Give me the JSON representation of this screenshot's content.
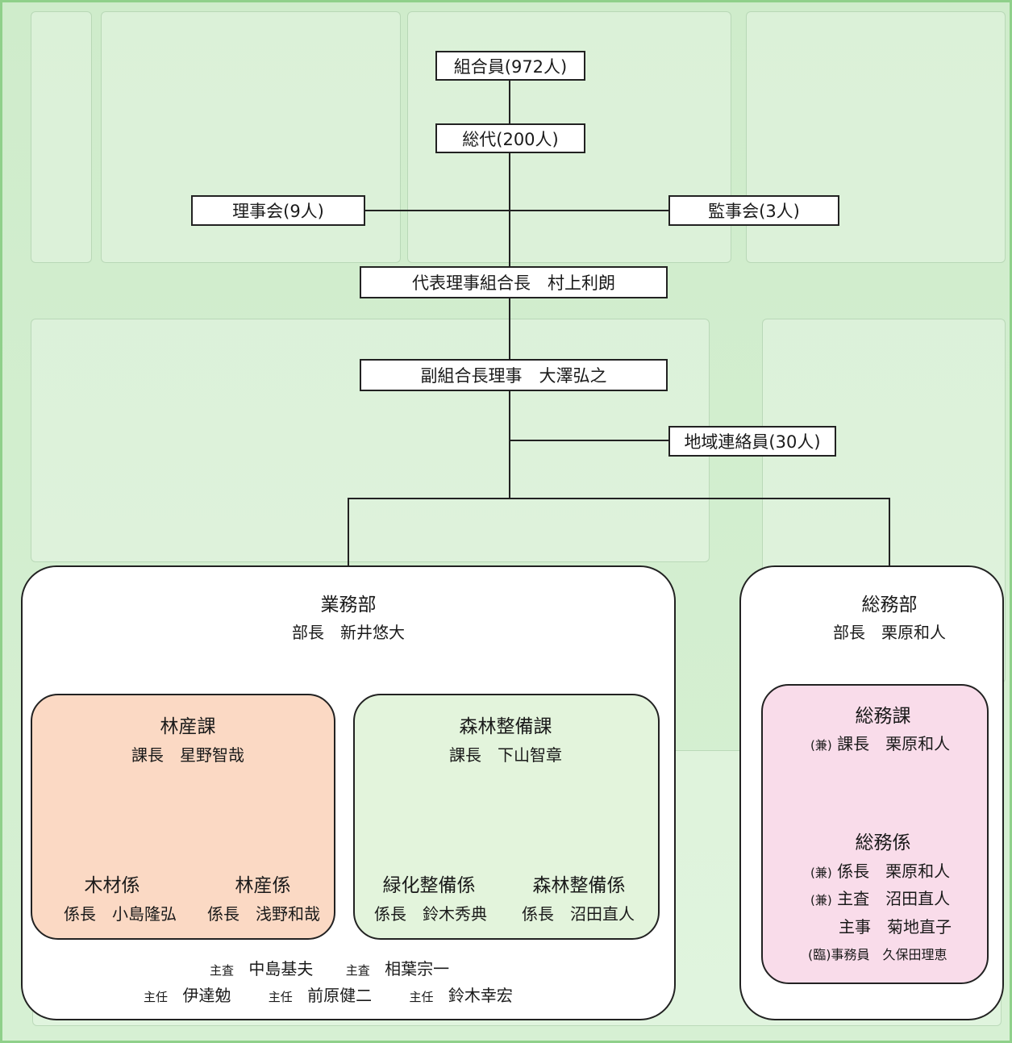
{
  "top": {
    "members": "組合員(972人)",
    "delegates": "総代(200人)",
    "board": "理事会(9人)",
    "auditors": "監事会(3人)",
    "president": "代表理事組合長　村上利朗",
    "vice_president": "副組合長理事　大澤弘之",
    "liaison": "地域連絡員(30人)"
  },
  "operations": {
    "title": "業務部",
    "head": "部長　新井悠大",
    "forest_products": {
      "title": "林産課",
      "head": "課長　星野智哉",
      "timber": {
        "title": "木材係",
        "head": "係長　小島隆弘"
      },
      "products": {
        "title": "林産係",
        "head": "係長　浅野和哉"
      }
    },
    "forest_maintenance": {
      "title": "森林整備課",
      "head": "課長　下山智章",
      "greening": {
        "title": "緑化整備係",
        "head": "係長　鈴木秀典"
      },
      "forestry": {
        "title": "森林整備係",
        "head": "係長　沼田直人"
      }
    },
    "staff": {
      "r1a_role": "主査",
      "r1a_name": "中島基夫",
      "r1b_role": "主査",
      "r1b_name": "相葉宗一",
      "r2a_role": "主任",
      "r2a_name": "伊達勉",
      "r2b_role": "主任",
      "r2b_name": "前原健二",
      "r2c_role": "主任",
      "r2c_name": "鈴木幸宏"
    }
  },
  "general": {
    "title": "総務部",
    "head": "部長　栗原和人",
    "section": {
      "title": "総務課",
      "head_prefix": "(兼)",
      "head": "課長　栗原和人",
      "unit_title": "総務係",
      "u1_prefix": "(兼)",
      "u1": "係長　栗原和人",
      "u2_prefix": "(兼)",
      "u2": "主査　沼田直人",
      "u3": "主事　菊地直子",
      "u4": "(臨)事務員　久保田理恵"
    }
  },
  "colors": {
    "background": "#d6f0d3",
    "forest_products_fill": "#fbd9c4",
    "forest_maintenance_fill": "#e3f4dc",
    "general_section_fill": "#f9dcea"
  }
}
